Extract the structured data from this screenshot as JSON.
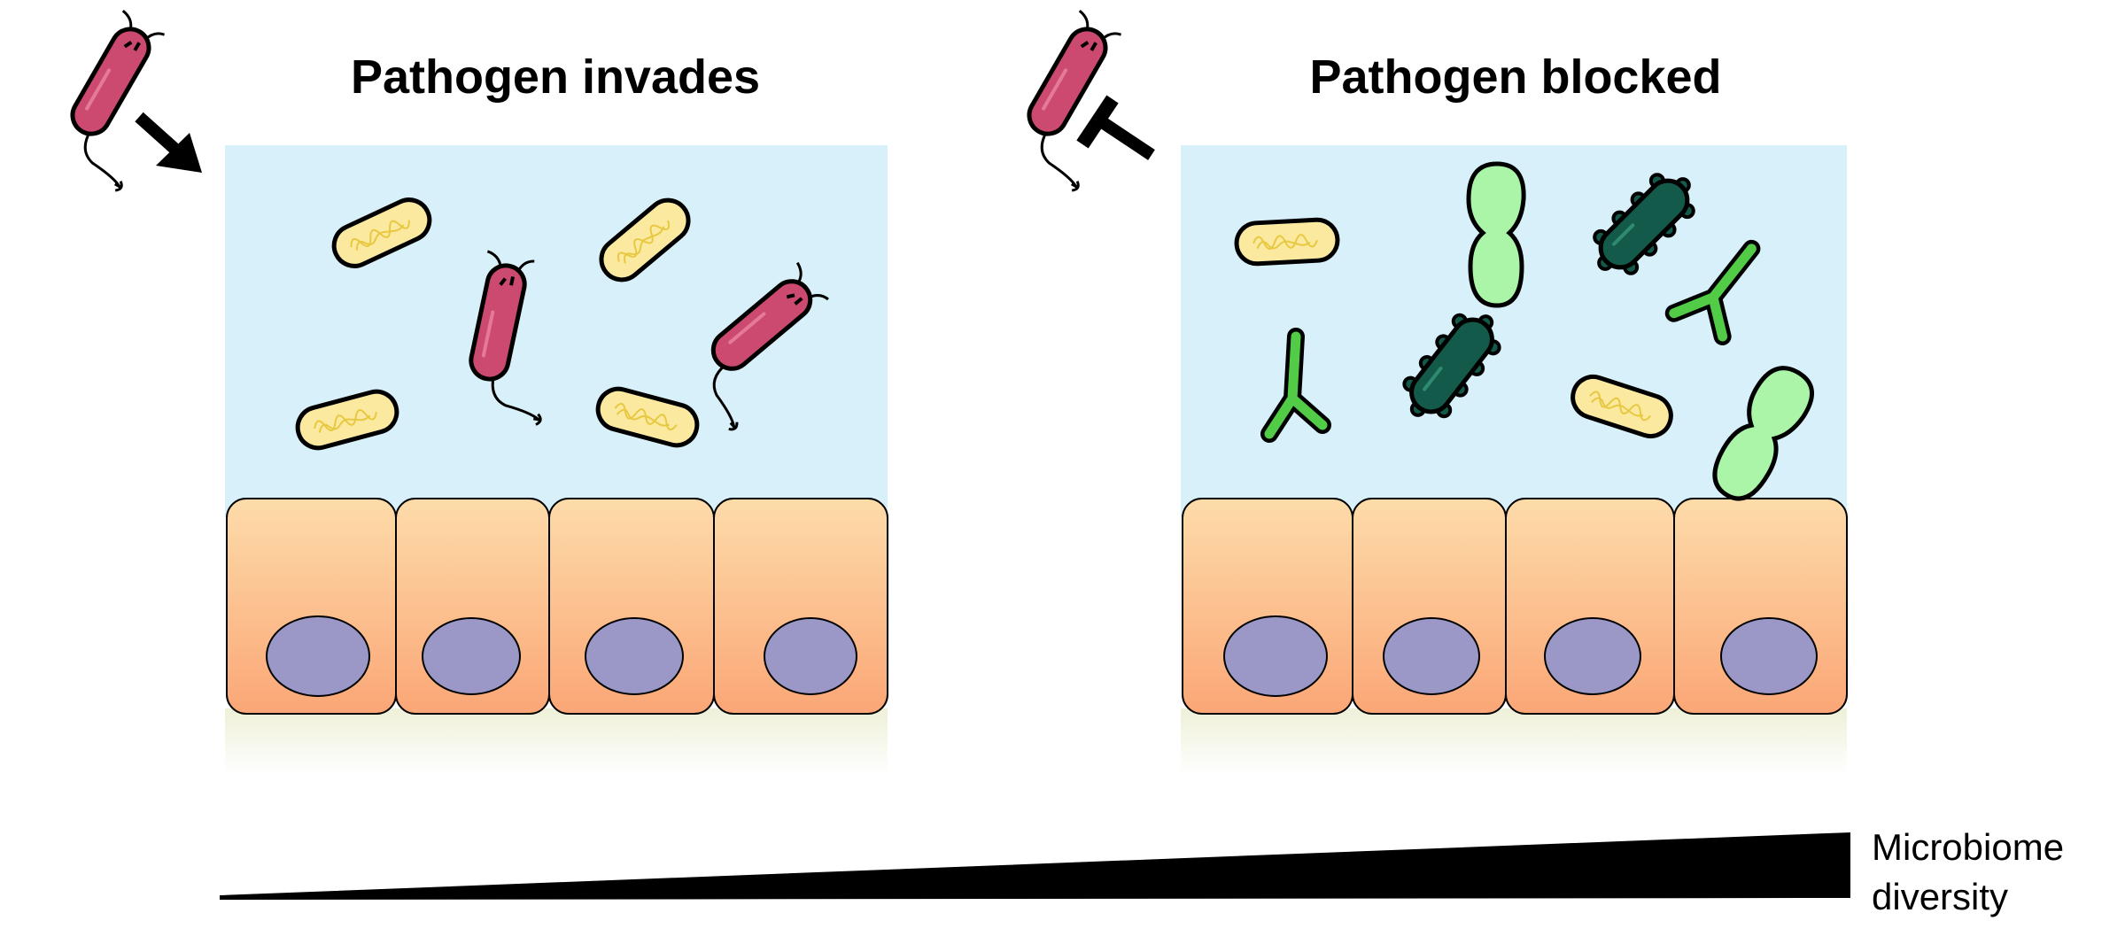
{
  "panels": [
    {
      "title": "Pathogen invades",
      "relation": "arrow"
    },
    {
      "title": "Pathogen blocked",
      "relation": "inhibition"
    }
  ],
  "gradient_label": {
    "line1": "Microbiome",
    "line2": "diversity"
  },
  "colors": {
    "lumen": "#d8f0fa",
    "cell_top": "#fddcaa",
    "cell_bottom": "#fba676",
    "nucleus": "#9b98c8",
    "pathogen": "#cc4a70",
    "commensal_yellow": "#fbe9a0",
    "light_green": "#aaf5a8",
    "dark_green": "#145a4a",
    "bright_green": "#52cc46"
  }
}
